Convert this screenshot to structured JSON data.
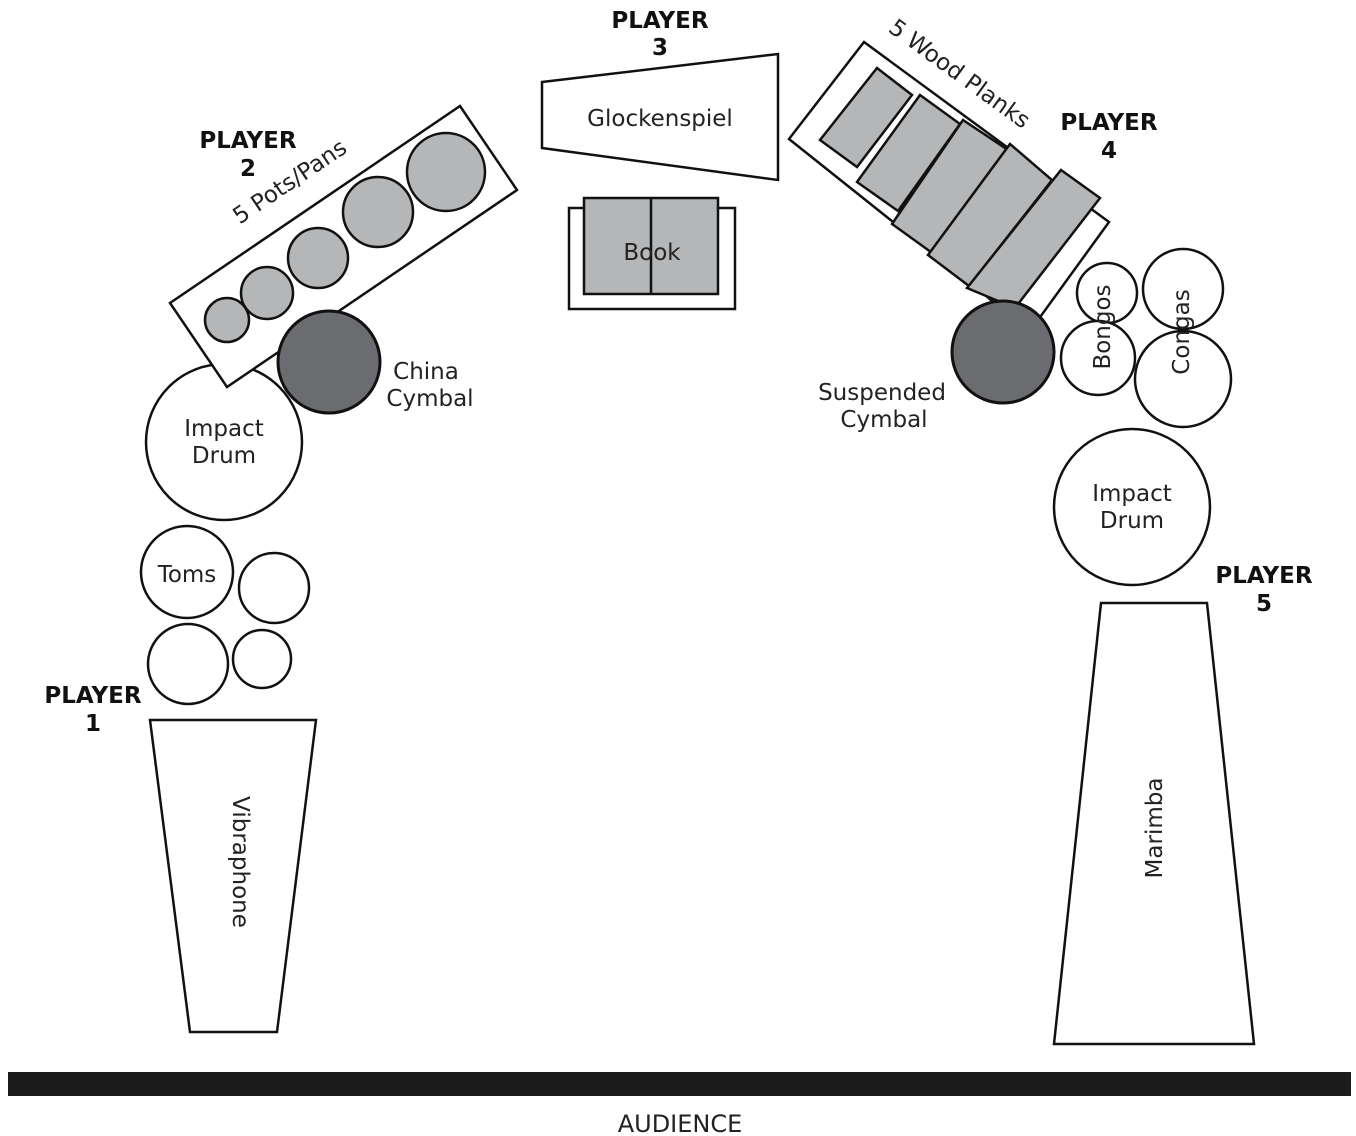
{
  "players": {
    "p1": {
      "line1": "PLAYER",
      "line2": "1"
    },
    "p2": {
      "line1": "PLAYER",
      "line2": "2"
    },
    "p3": {
      "line1": "PLAYER",
      "line2": "3"
    },
    "p4": {
      "line1": "PLAYER",
      "line2": "4"
    },
    "p5": {
      "line1": "PLAYER",
      "line2": "5"
    }
  },
  "instruments": {
    "vibraphone": "Vibraphone",
    "toms": "Toms",
    "impact_drum_left": {
      "line1": "Impact",
      "line2": "Drum"
    },
    "china_cymbal": {
      "line1": "China",
      "line2": "Cymbal"
    },
    "pots_pans": "5 Pots/Pans",
    "glockenspiel": "Glockenspiel",
    "book": "Book",
    "wood_planks": "5 Wood Planks",
    "suspended_cymbal": {
      "line1": "Suspended",
      "line2": "Cymbal"
    },
    "bongos": "Bongos",
    "congas": "Congas",
    "impact_drum_right": {
      "line1": "Impact",
      "line2": "Drum"
    },
    "marimba": "Marimba"
  },
  "stage_edge_label": "AUDIENCE",
  "colors": {
    "outline": "#111111",
    "light_fill": "#b4b6b8",
    "dark_fill": "#6b6c6f",
    "stage_bar": "#1c1c1c"
  }
}
